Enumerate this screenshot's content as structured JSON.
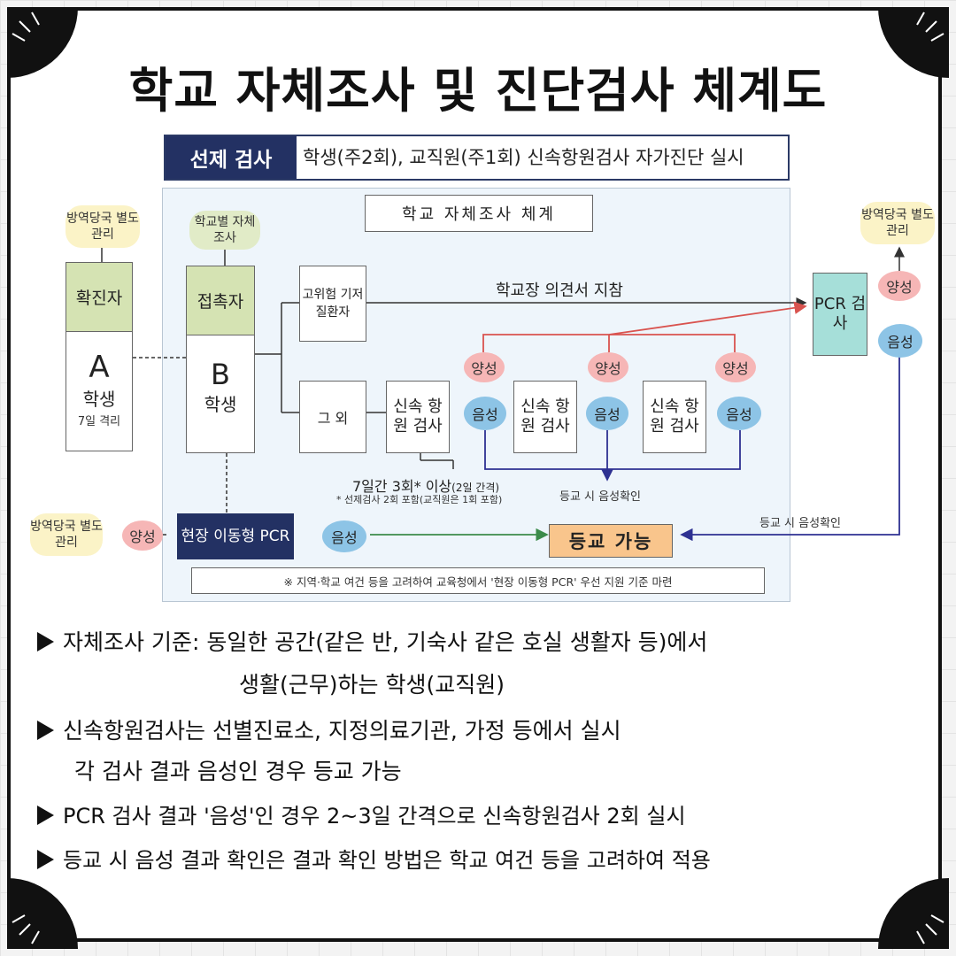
{
  "title": "학교 자체조사 및 진단검사 체계도",
  "top_bar": {
    "label": "선제 검사",
    "text": "학생(주2회), 교직원(주1회) 신속항원검사 자가진단 실시"
  },
  "system_title": "학교 자체조사 체계",
  "health_authority": "방역당국 별도 관리",
  "school_survey": "학교별 자체조사",
  "confirmed": {
    "header": "확진자",
    "letter": "A",
    "label": "학생",
    "sub": "7일 격리"
  },
  "contact": {
    "header": "접촉자",
    "letter": "B",
    "label": "학생"
  },
  "high_risk": "고위험 기저질환자",
  "others": "그 외",
  "principal_opinion": "학교장 의견서 지참",
  "pcr": "PCR 검사",
  "rapid_test": "신속 항원 검사",
  "positive": "양성",
  "negative": "음성",
  "interval_main": "7일간 3회* 이상",
  "interval_paren": "(2일 간격)",
  "interval_note": "* 선제검사 2회 포함(교직원은 1회 포함)",
  "confirm_negative_1": "등교 시 음성확인",
  "confirm_negative_2": "등교 시 음성확인",
  "mobile_pcr": "현장 이동형 PCR",
  "school_ok": "등교 가능",
  "footnote": "※ 지역·학교 여건 등을 고려하여 교육청에서 '현장 이동형 PCR' 우선 지원 기준 마련",
  "bullets": {
    "b1_line1": "자체조사 기준: 동일한 공간(같은 반, 기숙사 같은 호실 생활자 등)에서",
    "b1_line2": "생활(근무)하는 학생(교직원)",
    "b2_line1": "신속항원검사는 선별진료소, 지정의료기관, 가정 등에서 실시",
    "b2_line2": "각 검사 결과 음성인 경우 등교 가능",
    "b3": "PCR 검사 결과 '음성'인 경우 2~3일 간격으로 신속항원검사 2회 실시",
    "b4": "등교 시 음성 결과 확인은 결과 확인 방법은 학교 여건 등을 고려하여 적용"
  },
  "colors": {
    "navy": "#233163",
    "positive": "#f6b6b6",
    "negative": "#8dc4e6",
    "contact": "#d5e3b3",
    "pcr_box": "#a6dfd9",
    "school_ok": "#f9c58c",
    "authority": "#fbf3c7",
    "red_line": "#d9534f",
    "blue_line": "#2e3192",
    "green_line": "#3c8b4a"
  }
}
